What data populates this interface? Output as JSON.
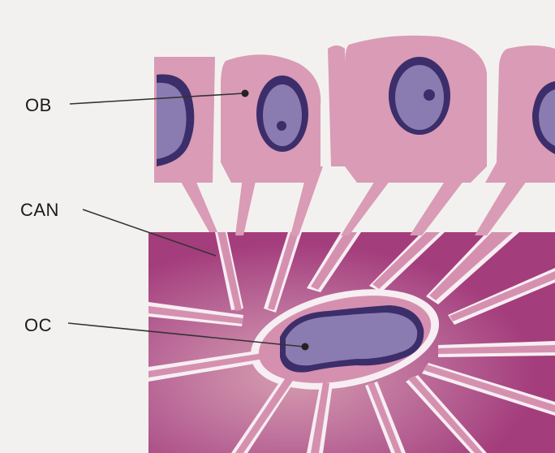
{
  "labels": {
    "ob": "OB",
    "can": "CAN",
    "oc": "OC"
  },
  "colors": {
    "paper": "#f3f1ef",
    "osteoblast": "#d99bb5",
    "osteoblast_edge": "#c8839f",
    "bone_matrix": "#a43d7c",
    "bone_matrix_light": "#b84f8a",
    "canaliculi": "#f6eef2",
    "osteocyte_body": "#d590b0",
    "nucleus_dark": "#3c2e6a",
    "nucleus_light": "#8a7cb0",
    "leader_line": "#333333"
  }
}
